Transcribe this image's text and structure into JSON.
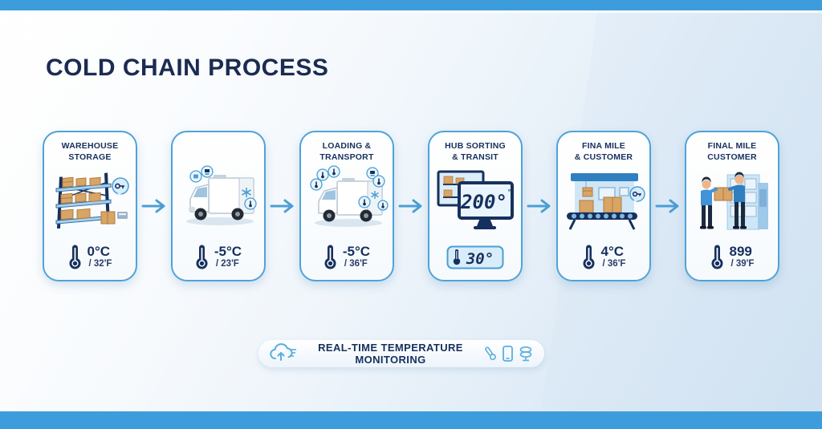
{
  "page": {
    "title": "COLD CHAIN PROCESS"
  },
  "theme": {
    "bar_blue": "#3d9ddc",
    "card_border": "#4fa3d8",
    "arrow_blue": "#4a9fd4",
    "navy_text": "#16305e",
    "box_tan": "#d9a566",
    "background_light": "#e7f1f9"
  },
  "stages": [
    {
      "id": "warehouse-storage",
      "title_line1": "WAREHOUSE",
      "title_line2": "STORAGE",
      "illustration": "warehouse-shelf-boxes",
      "temp_c": "0°C",
      "temp_f": "/ 32'F"
    },
    {
      "id": "refrigerated-van",
      "title_line1": "",
      "title_line2": "",
      "illustration": "refrigerated-van",
      "temp_c": "-5°C",
      "temp_f": "/ 23'F"
    },
    {
      "id": "loading-transport",
      "title_line1": "LOADING &",
      "title_line2": "TRANSPORT",
      "illustration": "refrigerated-van-sensors",
      "temp_c": "-5°C",
      "temp_f": "/ 36'F"
    },
    {
      "id": "hub-sorting-transit",
      "title_line1": "HUB SORTING",
      "title_line2": "& TRANSIT",
      "illustration": "monitoring-screens",
      "monitor_reading": "200°",
      "display_reading": "30°"
    },
    {
      "id": "fina-mile-customer",
      "title_line1": "FINA MILE",
      "title_line2": "& CUSTOMER",
      "illustration": "conveyor-facility",
      "temp_c": "4°C",
      "temp_f": "/ 36'F"
    },
    {
      "id": "final-mile-customer",
      "title_line1": "FINAL MILE",
      "title_line2": "CUSTOMER",
      "illustration": "customer-handoff",
      "temp_c": "899",
      "temp_f": "/ 39'F"
    }
  ],
  "banner": {
    "label": "REAL-TIME TEMPERATURE MONITORING"
  }
}
